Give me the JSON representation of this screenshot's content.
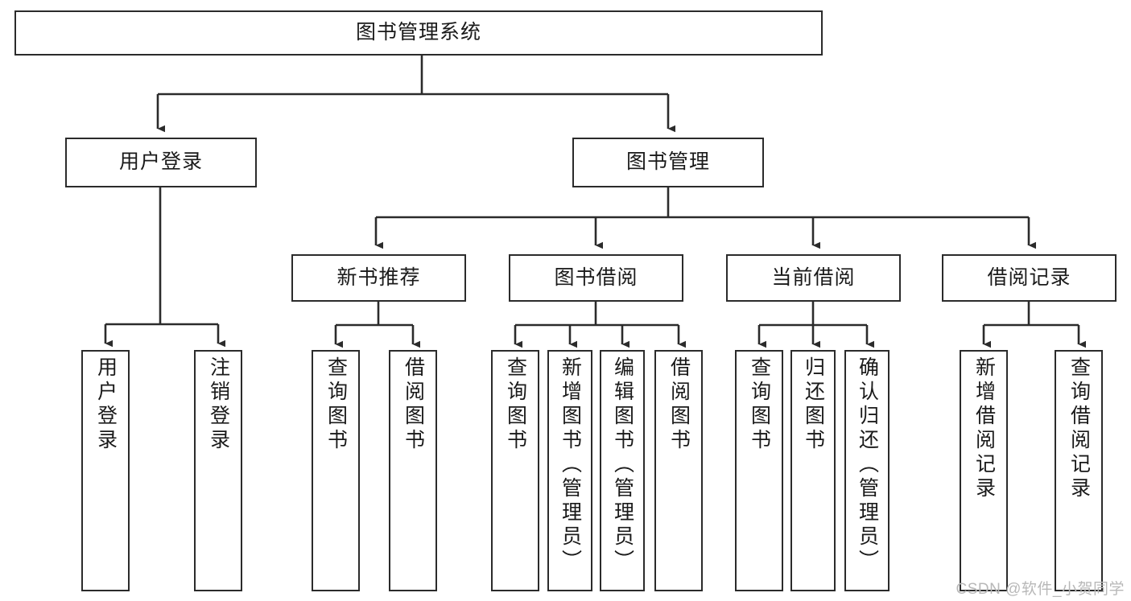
{
  "diagram": {
    "title": "图书管理系统",
    "type": "tree-hierarchy-diagram",
    "root": {
      "label": "图书管理系统"
    },
    "level2": [
      {
        "label": "用户登录"
      },
      {
        "label": "图书管理"
      }
    ],
    "level3": [
      {
        "label": "新书推荐"
      },
      {
        "label": "图书借阅"
      },
      {
        "label": "当前借阅"
      },
      {
        "label": "借阅记录"
      }
    ],
    "leaves": {
      "user_login": [
        {
          "label": "用户登录"
        },
        {
          "label": "注销登录"
        }
      ],
      "new_book_recommend": [
        {
          "label": "查询图书"
        },
        {
          "label": "借阅图书"
        }
      ],
      "book_borrow": [
        {
          "label": "查询图书"
        },
        {
          "label": "新增图书（管理员）"
        },
        {
          "label": "编辑图书（管理员）"
        },
        {
          "label": "借阅图书"
        }
      ],
      "current_borrow": [
        {
          "label": "查询图书"
        },
        {
          "label": "归还图书"
        },
        {
          "label": "确认归还（管理员）"
        }
      ],
      "borrow_record": [
        {
          "label": "新增借阅记录"
        },
        {
          "label": "查询借阅记录"
        }
      ]
    }
  },
  "watermark": {
    "text": "CSDN @软件_小贺同学"
  },
  "colors": {
    "stroke": "#2b2b2b",
    "box_fill": "#ffffff",
    "text": "#1a1a1a",
    "watermark": "#b8b8b8"
  }
}
